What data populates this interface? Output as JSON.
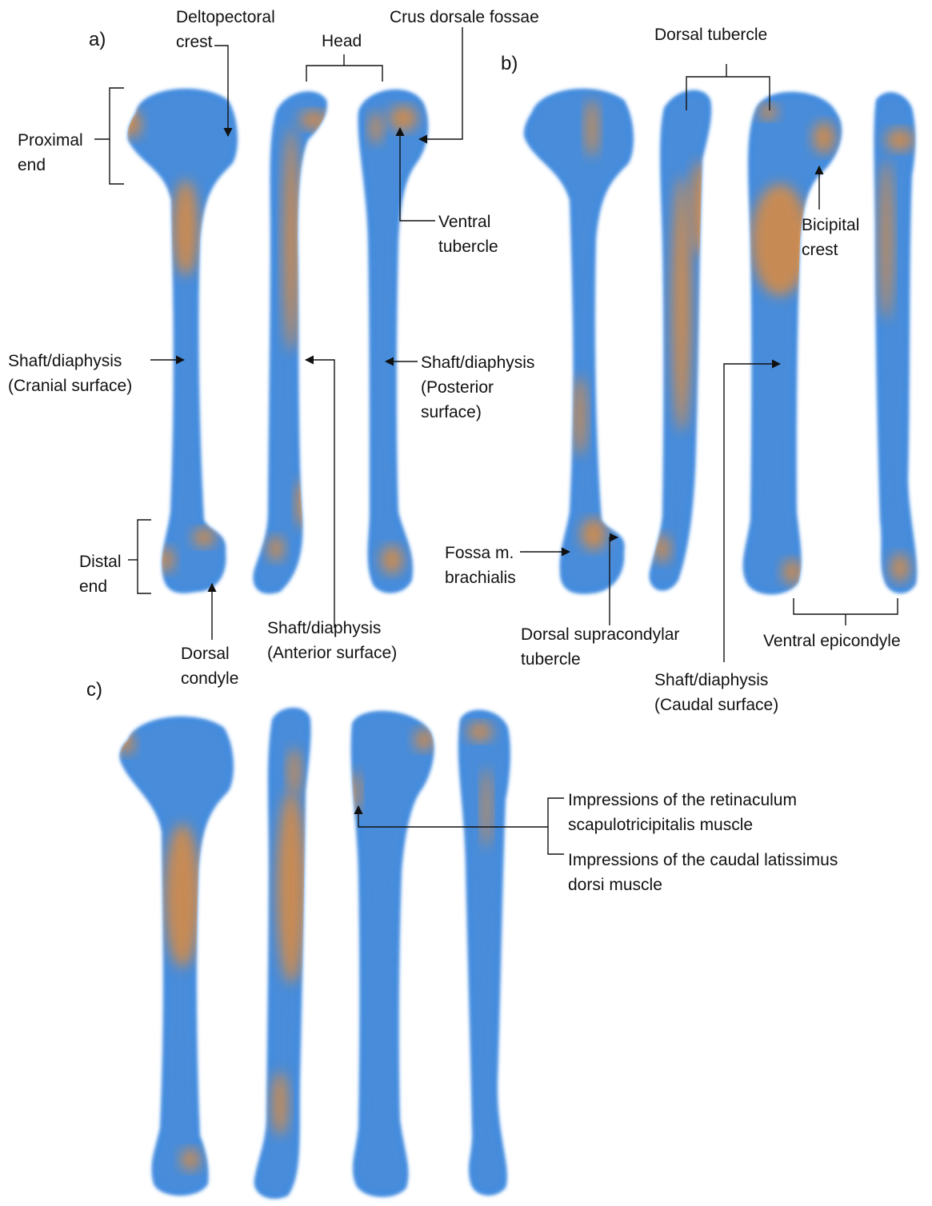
{
  "panels": {
    "a": "a)",
    "b": "b)",
    "c": "c)"
  },
  "labels": {
    "deltopectoral_crest": "Deltopectoral\ncrest",
    "head": "Head",
    "crus_dorsale_fossae": "Crus dorsale fossae",
    "proximal_end": "Proximal\nend",
    "ventral_tubercle": "Ventral\ntubercle",
    "shaft_cranial": "Shaft/diaphysis\n(Cranial surface)",
    "shaft_posterior": "Shaft/diaphysis\n(Posterior\nsurface)",
    "distal_end": "Distal\nend",
    "dorsal_condyle": "Dorsal\ncondyle",
    "shaft_anterior": "Shaft/diaphysis\n(Anterior surface)",
    "dorsal_tubercle": "Dorsal tubercle",
    "bicipital_crest": "Bicipital\ncrest",
    "fossa_brachialis": "Fossa m.\nbrachialis",
    "dorsal_supracondylar": "Dorsal supracondylar\ntubercle",
    "shaft_caudal": "Shaft/diaphysis\n(Caudal surface)",
    "ventral_epicondyle": "Ventral epicondyle",
    "retinaculum": "Impressions of the retinaculum\nscapulotricipitalis muscle",
    "latissimus": "Impressions of the caudal latissimus\ndorsi muscle"
  },
  "colors": {
    "bone_base": "#3b8ce8",
    "bone_accent": "#f08a2c",
    "line": "#111111"
  },
  "bone_views": [
    "cranial-view-a",
    "anterior-view-a",
    "posterior-view-a",
    "dorsal-view-b",
    "lateral-view-b",
    "caudal-view-b",
    "ventral-view-b",
    "view-c1",
    "view-c2",
    "view-c3",
    "view-c4"
  ]
}
